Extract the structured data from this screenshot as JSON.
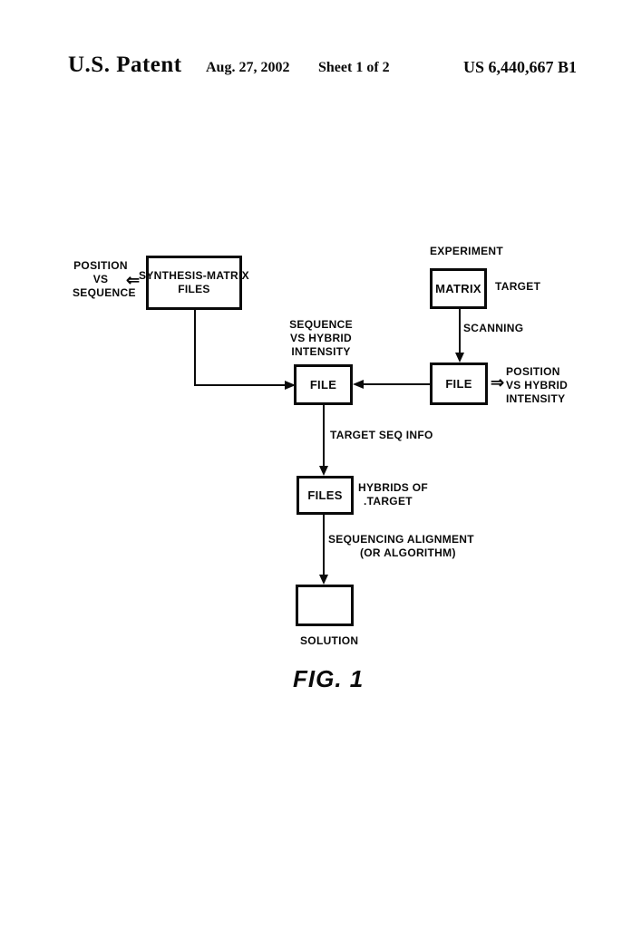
{
  "colors": {
    "ink": "#0a0a0a",
    "paper": "#ffffff"
  },
  "header": {
    "patent_label": "U.S. Patent",
    "date": "Aug. 27, 2002",
    "sheet": "Sheet 1 of 2",
    "patent_number": "US 6,440,667 B1"
  },
  "diagram": {
    "boxes": {
      "synthesis_matrix_files": [
        "SYNTHESIS-MATRIX",
        "FILES"
      ],
      "matrix": "MATRIX",
      "file_scan": "FILE",
      "file_seq": "FILE",
      "files": "FILES",
      "solution": ""
    },
    "labels": {
      "position_vs_sequence": [
        "POSITION",
        "VS",
        "SEQUENCE"
      ],
      "left_double_arrow": "⇐",
      "experiment": "EXPERIMENT",
      "target": "TARGET",
      "scanning": "SCANNING",
      "sequence_vs_hybrid_intensity": [
        "SEQUENCE",
        "VS HYBRID",
        "INTENSITY"
      ],
      "right_double_arrow": "⇒",
      "position_vs_hybrid_intensity": [
        "POSITION",
        "VS HYBRID",
        "INTENSITY"
      ],
      "target_seq_info": "TARGET SEQ INFO",
      "hybrids_of_target": [
        "HYBRIDS OF",
        ".TARGET"
      ],
      "sequencing_alignment": [
        "SEQUENCING ALIGNMENT",
        "(OR ALGORITHM)"
      ],
      "solution": "SOLUTION"
    },
    "caption": "FIG. 1"
  }
}
